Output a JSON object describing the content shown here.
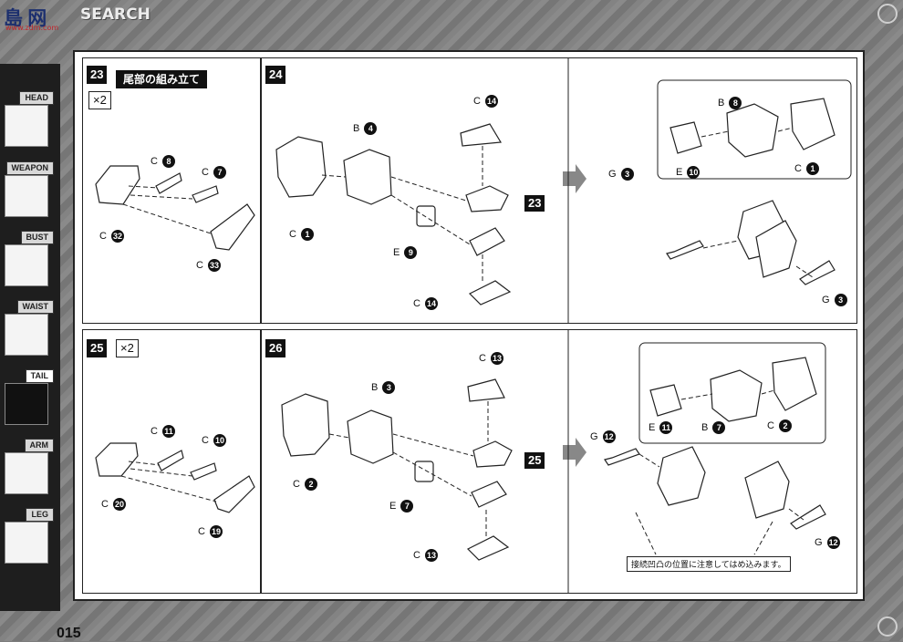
{
  "watermark": {
    "logo": "島 网",
    "text": "SEARCH",
    "url": "www.zdm.com"
  },
  "sidebar": {
    "tabs": [
      {
        "label": "HEAD",
        "icon": "dragon-head-icon"
      },
      {
        "label": "WEAPON",
        "icon": "weapon-icon"
      },
      {
        "label": "BUST",
        "icon": "bust-icon"
      },
      {
        "label": "WAIST",
        "icon": "waist-icon"
      },
      {
        "label": "TAIL",
        "icon": "tail-icon",
        "active": true
      },
      {
        "label": "ARM",
        "icon": "arm-icon"
      },
      {
        "label": "LEG",
        "icon": "leg-icon"
      }
    ]
  },
  "steps": {
    "s23": {
      "number": "23",
      "title": "尾部の組み立て",
      "qty": "×2",
      "parts": [
        {
          "l": "C",
          "n": "8"
        },
        {
          "l": "C",
          "n": "7"
        },
        {
          "l": "C",
          "n": "32"
        },
        {
          "l": "C",
          "n": "33"
        }
      ]
    },
    "s24": {
      "number": "24",
      "parts": [
        {
          "l": "C",
          "n": "14"
        },
        {
          "l": "B",
          "n": "4"
        },
        {
          "l": "C",
          "n": "1"
        },
        {
          "l": "E",
          "n": "9"
        },
        {
          "l": "C",
          "n": "14"
        }
      ],
      "ref": "23",
      "sub": [
        {
          "l": "B",
          "n": "8"
        },
        {
          "l": "E",
          "n": "10"
        },
        {
          "l": "C",
          "n": "1"
        },
        {
          "l": "G",
          "n": "3"
        },
        {
          "l": "G",
          "n": "3"
        }
      ]
    },
    "s25": {
      "number": "25",
      "qty": "×2",
      "parts": [
        {
          "l": "C",
          "n": "11"
        },
        {
          "l": "C",
          "n": "10"
        },
        {
          "l": "C",
          "n": "20"
        },
        {
          "l": "C",
          "n": "19"
        }
      ]
    },
    "s26": {
      "number": "26",
      "parts": [
        {
          "l": "C",
          "n": "13"
        },
        {
          "l": "B",
          "n": "3"
        },
        {
          "l": "C",
          "n": "2"
        },
        {
          "l": "E",
          "n": "7"
        },
        {
          "l": "C",
          "n": "13"
        }
      ],
      "ref": "25",
      "sub": [
        {
          "l": "B",
          "n": "7"
        },
        {
          "l": "E",
          "n": "11"
        },
        {
          "l": "C",
          "n": "2"
        },
        {
          "l": "G",
          "n": "12"
        },
        {
          "l": "G",
          "n": "12"
        }
      ],
      "note": "接続凹凸の位置に注意してはめ込みます。"
    }
  },
  "page_number": "015"
}
